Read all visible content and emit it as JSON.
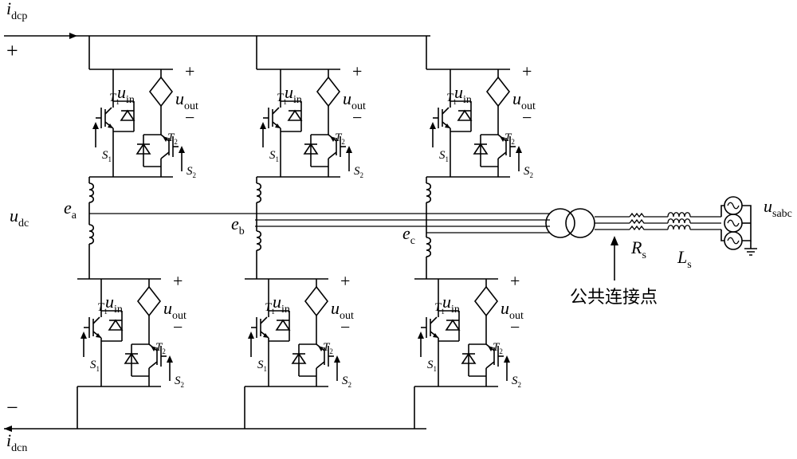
{
  "labels": {
    "i_dcp": {
      "main": "i",
      "sub": "dcp"
    },
    "i_dcn": {
      "main": "i",
      "sub": "dcn"
    },
    "u_dc": {
      "main": "u",
      "sub": "dc"
    },
    "plus": "+",
    "minus": "−",
    "e_a": {
      "main": "e",
      "sub": "a"
    },
    "e_b": {
      "main": "e",
      "sub": "b"
    },
    "e_c": {
      "main": "e",
      "sub": "c"
    },
    "u_sabc": {
      "main": "u",
      "sub": "sabc"
    },
    "R_s": {
      "main": "R",
      "sub": "s"
    },
    "L_s": {
      "main": "L",
      "sub": "s"
    },
    "pcc": "公共连接点"
  },
  "submodule": {
    "u_in": {
      "main": "u",
      "sub": "in"
    },
    "u_out": {
      "main": "u",
      "sub": "out"
    },
    "T1": {
      "main": "T",
      "sub": "1"
    },
    "T2": {
      "main": "T",
      "sub": "2"
    },
    "S1": {
      "main": "S",
      "sub": "1"
    },
    "S2": {
      "main": "S",
      "sub": "2"
    },
    "plus": "+",
    "minus": "−"
  }
}
